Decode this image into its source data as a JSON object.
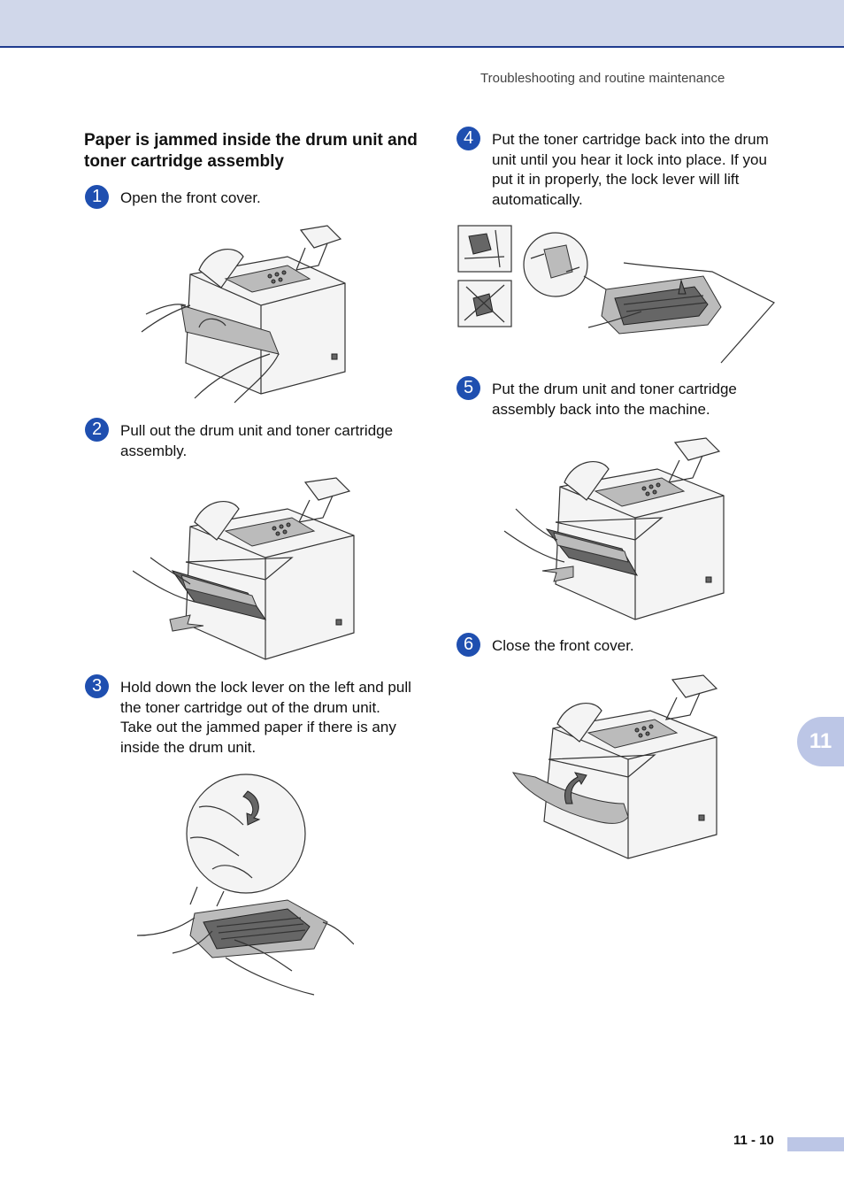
{
  "header": {
    "running_title": "Troubleshooting and routine maintenance"
  },
  "section": {
    "title": "Paper is jammed inside the drum unit and toner cartridge assembly"
  },
  "steps": [
    {
      "number": "1",
      "text": "Open the front cover."
    },
    {
      "number": "2",
      "text": "Pull out the drum unit and toner cartridge assembly."
    },
    {
      "number": "3",
      "text": "Hold down the lock lever on the left and pull the toner cartridge out of the drum unit. Take out the jammed paper if there is any inside the drum unit."
    },
    {
      "number": "4",
      "text": "Put the toner cartridge back into the drum unit until you hear it lock into place. If you put it in properly, the lock lever will lift automatically."
    },
    {
      "number": "5",
      "text": "Put the drum unit and toner cartridge assembly back into the machine."
    },
    {
      "number": "6",
      "text": "Close the front cover."
    }
  ],
  "chapter_tab": "11",
  "footer": {
    "page_number": "11 - 10"
  },
  "colors": {
    "accent": "#1f4fb0",
    "header_band": "#d0d7ea",
    "tab": "#bcc6e6"
  }
}
